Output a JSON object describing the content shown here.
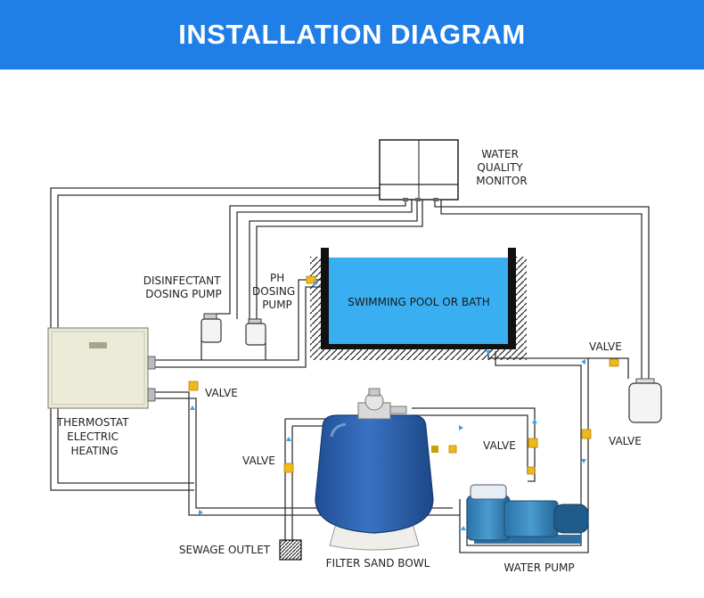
{
  "title": "INSTALLATION DIAGRAM",
  "colors": {
    "banner": "#1f7fe6",
    "water": "#39aef0",
    "filter_tank": "#2a5fae",
    "pipe": "#333333",
    "flow_arrow": "#3aa0e8",
    "valve": "#f0b81c"
  },
  "labels": {
    "water_quality_monitor": [
      "WATER",
      "QUALITY",
      "MONITOR"
    ],
    "disinfectant_dosing_pump": [
      "DISINFECTANT",
      "DOSING PUMP"
    ],
    "ph_dosing_pump": [
      "PH",
      "DOSING",
      "PUMP"
    ],
    "swimming_pool": "SWIMMING POOL OR BATH",
    "thermostat_heating": [
      "THERMOSTAT",
      "ELECTRIC",
      "HEATING"
    ],
    "valve_heater": "VALVE",
    "valve_sewage": "VALVE",
    "valve_middle": "VALVE",
    "valve_right_upper": "VALVE",
    "valve_right_lower": "VALVE",
    "sewage_outlet": "SEWAGE OUTLET",
    "filter_sand_bowl": "FILTER SAND BOWL",
    "water_pump": "WATER PUMP"
  }
}
